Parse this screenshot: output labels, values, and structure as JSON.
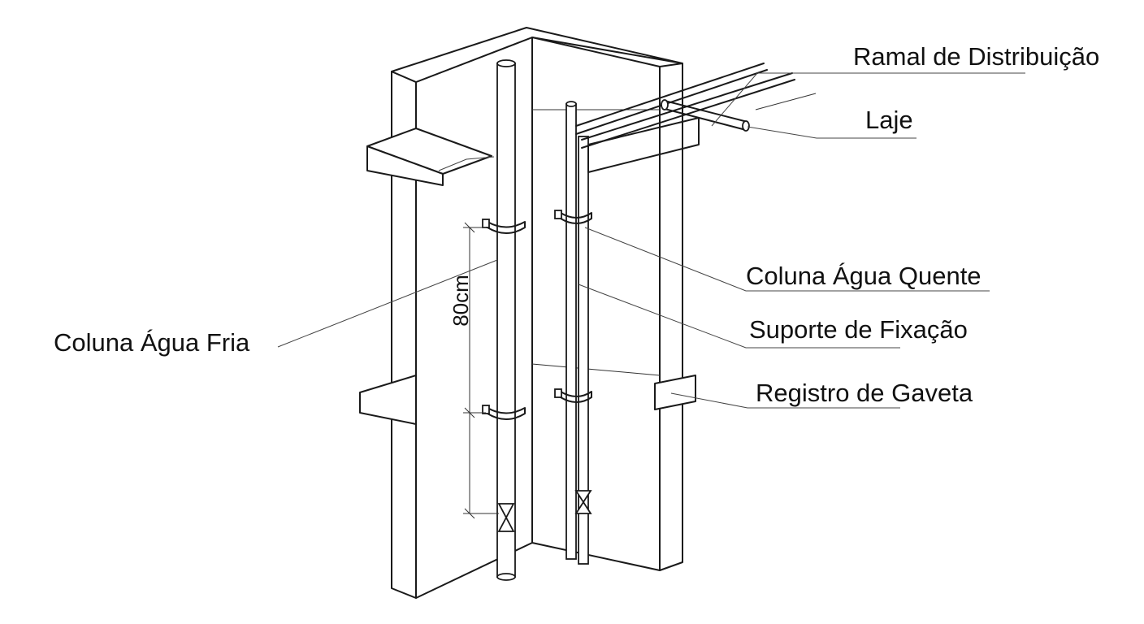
{
  "labels": {
    "ramal": "Ramal de Distribuição",
    "laje": "Laje",
    "coluna_quente": "Coluna Água Quente",
    "suporte": "Suporte de Fixação",
    "registro": "Registro de Gaveta",
    "coluna_fria": "Coluna Água Fria"
  },
  "dimension": "80cm"
}
